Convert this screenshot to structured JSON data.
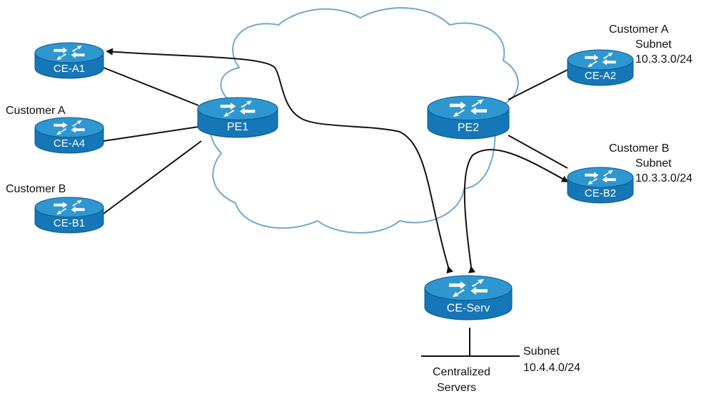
{
  "routers": [
    {
      "id": "ce-a1",
      "label": "CE-A1"
    },
    {
      "id": "ce-a4",
      "label": "CE-A4"
    },
    {
      "id": "ce-b1",
      "label": "CE-B1"
    },
    {
      "id": "pe1",
      "label": "PE1"
    },
    {
      "id": "pe2",
      "label": "PE2"
    },
    {
      "id": "ce-a2",
      "label": "CE-A2"
    },
    {
      "id": "ce-b2",
      "label": "CE-B2"
    },
    {
      "id": "ce-serv",
      "label": "CE-Serv"
    }
  ],
  "annotations": {
    "customer_a_left": "Customer A",
    "customer_b_left": "Customer B",
    "customer_a_right": "Customer A",
    "subnet_a_right": "Subnet",
    "subnet_a_value": "10.3.3.0/24",
    "customer_b_right": "Customer B",
    "subnet_b_right": "Subnet",
    "subnet_b_value": "10.3.3.0/24",
    "server_subnet": "Subnet",
    "server_subnet_value": "10.4.4.0/24",
    "servers_line1": "Centralized",
    "servers_line2": "Servers"
  },
  "colors": {
    "router_top": "#2f97d0",
    "router_body": "#1576b8",
    "router_edge": "#0b5a8e",
    "cloud_stroke": "#6fa8cf",
    "link": "#111111"
  }
}
